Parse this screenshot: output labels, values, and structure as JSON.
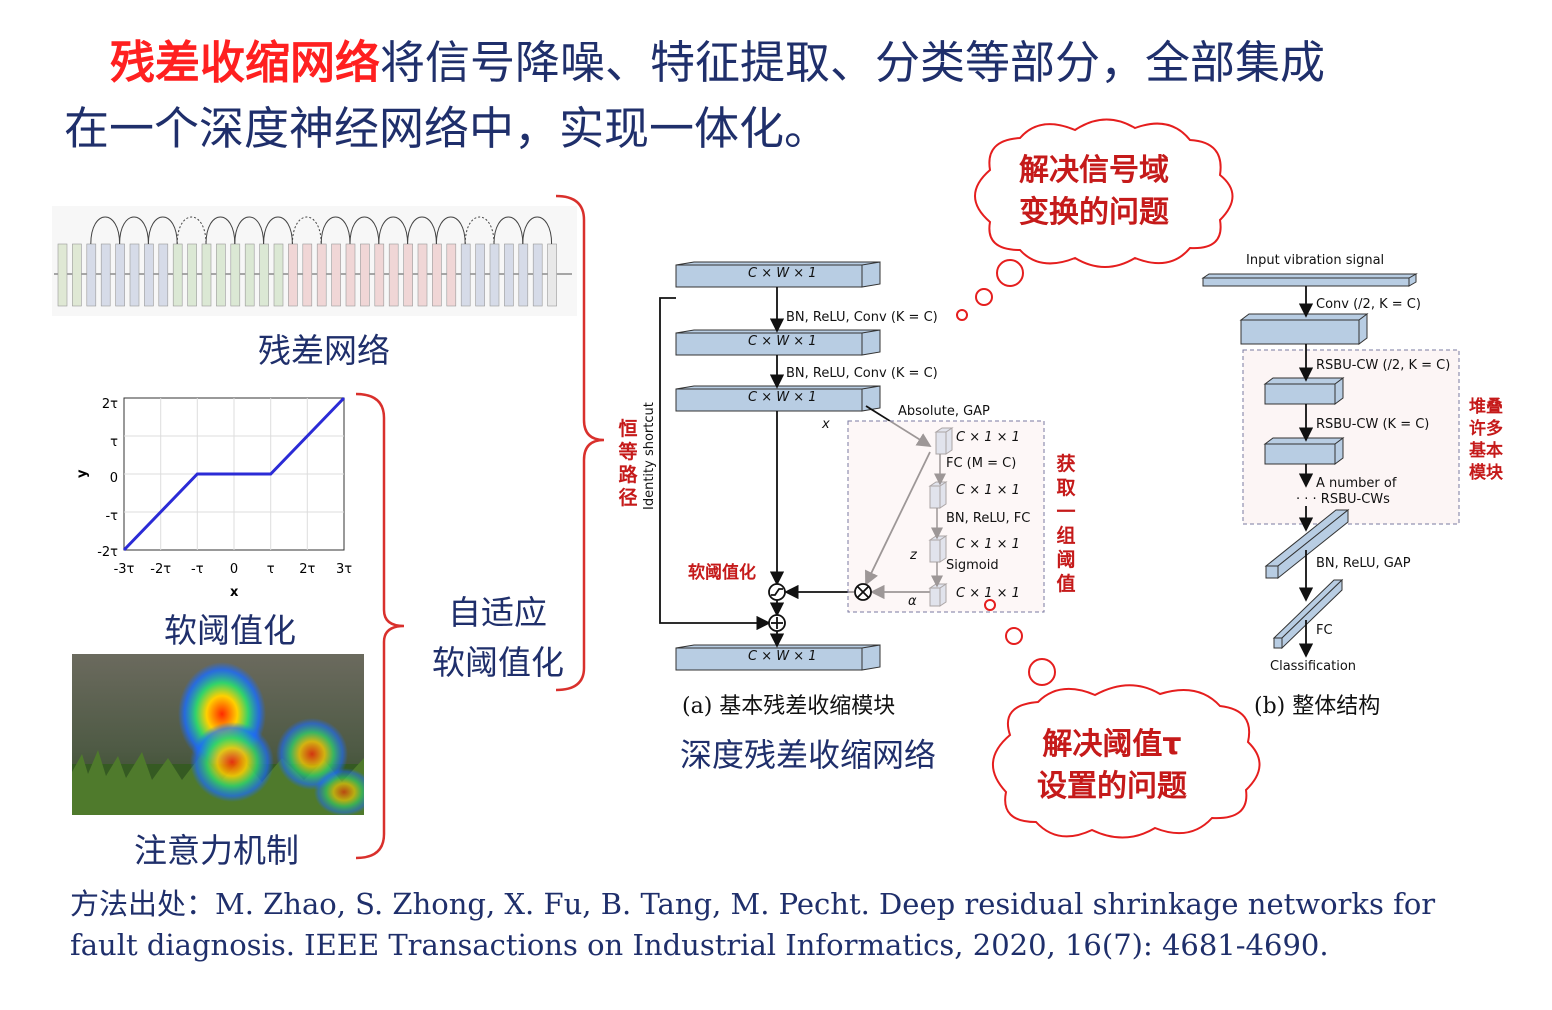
{
  "heading": {
    "highlight": "残差收缩网络",
    "rest_line1": "将信号降噪、特征提取、分类等部分，全部集成",
    "line2": "在一个深度神经网络中，实现一体化。"
  },
  "left": {
    "resnet_label": "残差网络",
    "soft_threshold_label": "软阈值化",
    "attention_label": "注意力机制",
    "adaptive_label_line1": "自适应",
    "adaptive_label_line2": "软阈值化",
    "plot": {
      "ylabel": "y",
      "xlabel": "x",
      "yticks": [
        "2τ",
        "τ",
        "0",
        "-τ",
        "-2τ"
      ],
      "xticks": [
        "-3τ",
        "-2τ",
        "-τ",
        "0",
        "τ",
        "2τ",
        "3τ"
      ],
      "color": "#2b2bd6"
    }
  },
  "module_a": {
    "identity_label": [
      "恒",
      "等",
      "路",
      "径"
    ],
    "identity_shortcut": "Identity shortcut",
    "block_label": "C × W × 1",
    "step_label": "BN, ReLU, Conv (K = C)",
    "x_label": "x",
    "abs_gap": "Absolute, GAP",
    "small_block": "C × 1 × 1",
    "fc_label": "FC (M = C)",
    "bn_relu_fc": "BN, ReLU, FC",
    "z_label": "z",
    "sigmoid": "Sigmoid",
    "alpha": "α",
    "soft_thresholding": "软阈值化",
    "get_threshold": [
      "获",
      "取",
      "一",
      "组",
      "阈",
      "值"
    ],
    "caption": "(a) 基本残差收缩模块",
    "network_name": "深度残差收缩网络"
  },
  "module_b": {
    "input": "Input vibration signal",
    "conv": "Conv (/2, K = C)",
    "rsbu1": "RSBU-CW (/2, K = C)",
    "rsbu2": "RSBU-CW (K = C)",
    "many1": "A number of",
    "many2": "· · · RSBU-CWs",
    "bn_gap": "BN, ReLU, GAP",
    "fc": "FC",
    "classification": "Classification",
    "stack_label": [
      "堆叠",
      "许多",
      "基本",
      "模块"
    ],
    "caption": "(b) 整体结构"
  },
  "clouds": {
    "top": [
      "解决信号域",
      "变换的问题"
    ],
    "bottom": [
      "解决阈值τ",
      "设置的问题"
    ]
  },
  "citation": {
    "prefix": "方法出处：",
    "text": "M. Zhao, S. Zhong, X. Fu, B. Tang, M. Pecht. Deep residual shrinkage networks for fault diagnosis. IEEE Transactions on Industrial Informatics, 2020, 16(7): 4681-4690."
  },
  "colors": {
    "navy": "#1f2f6b",
    "red": "#ff2020",
    "dark_red": "#c51a1a",
    "block": "#b8cde3"
  }
}
